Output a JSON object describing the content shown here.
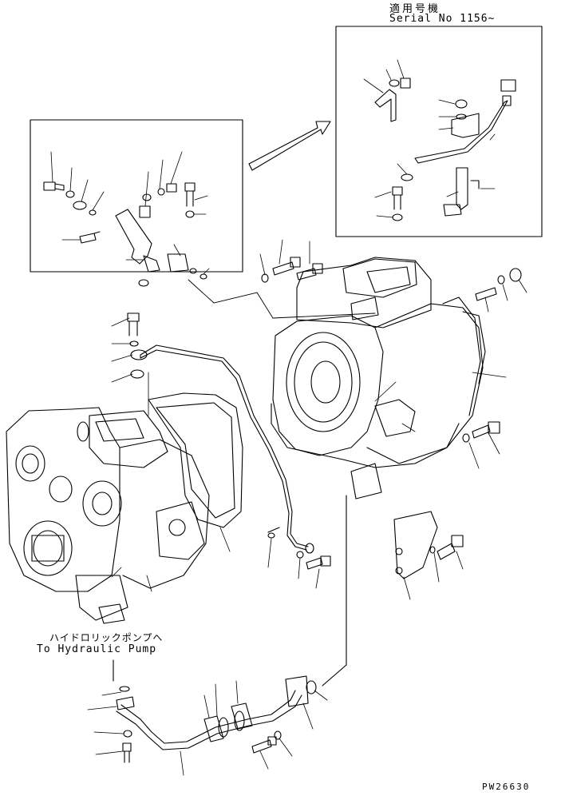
{
  "applicable_serial": {
    "title_jp": "適用号機",
    "serial_text": "Serial No 1156~"
  },
  "destination_note": {
    "text_jp": "ハイドロリックポンプへ",
    "text_en": "To Hydraulic Pump"
  },
  "drawing_number": "PW26630",
  "colors": {
    "line": "#000000",
    "background": "#ffffff"
  }
}
